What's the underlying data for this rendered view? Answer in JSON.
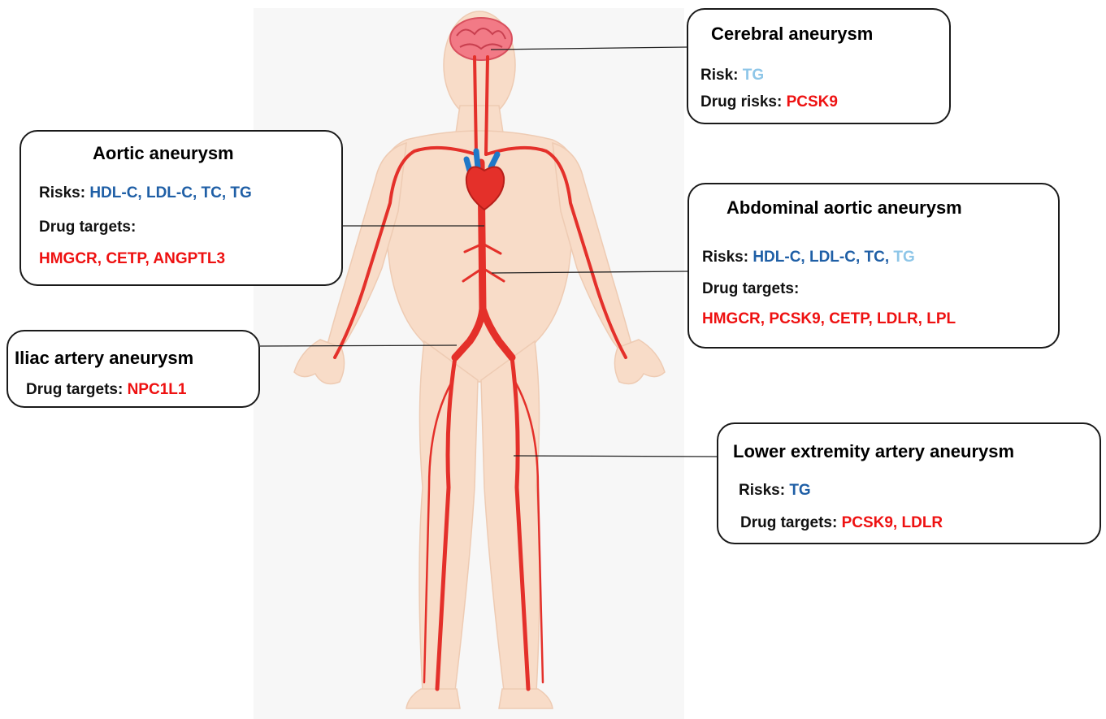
{
  "colors": {
    "risk_dark": "#1f5fa6",
    "risk_light": "#8ec6e8",
    "drug_red": "#ee1111",
    "artery": "#e4302a",
    "vein": "#1f78c8",
    "skin": "#f8dcc8",
    "brain": "#f27a86"
  },
  "illustration": {
    "subject": "human body circulatory system"
  },
  "callouts": {
    "cerebral": {
      "title": "Cerebral aneurysm",
      "risk_label": "Risk:",
      "risk_values": "TG",
      "drug_label": "Drug risks:",
      "drug_values": "PCSK9"
    },
    "aortic": {
      "title": "Aortic aneurysm",
      "risk_label": "Risks:",
      "risk_values": "HDL-C, LDL-C, TC, TG",
      "drug_label": "Drug targets:",
      "drug_values": "HMGCR, CETP, ANGPTL3"
    },
    "abdominal": {
      "title": "Abdominal aortic aneurysm",
      "risk_label": "Risks:",
      "risk_values_dark": "HDL-C, LDL-C, TC,",
      "risk_values_light": "TG",
      "drug_label": "Drug targets:",
      "drug_values": "HMGCR, PCSK9, CETP, LDLR, LPL"
    },
    "iliac": {
      "title": "Iliac artery aneurysm",
      "drug_label": "Drug targets:",
      "drug_values": "NPC1L1"
    },
    "lower": {
      "title": "Lower extremity artery aneurysm",
      "risk_label": "Risks:",
      "risk_values": "TG",
      "drug_label": "Drug targets:",
      "drug_values": "PCSK9, LDLR"
    }
  }
}
